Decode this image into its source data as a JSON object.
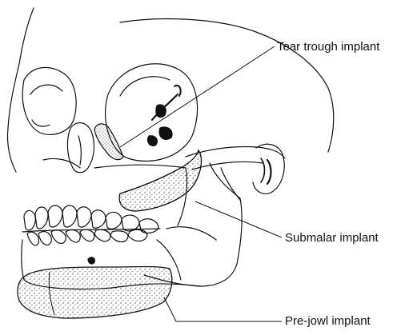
{
  "labels": {
    "tear_trough": "Tear trough implant",
    "submalar": "Submalar implant",
    "pre_jowl": "Pre-jowl implant"
  },
  "colors": {
    "ink": "#111111",
    "background": "#ffffff"
  }
}
